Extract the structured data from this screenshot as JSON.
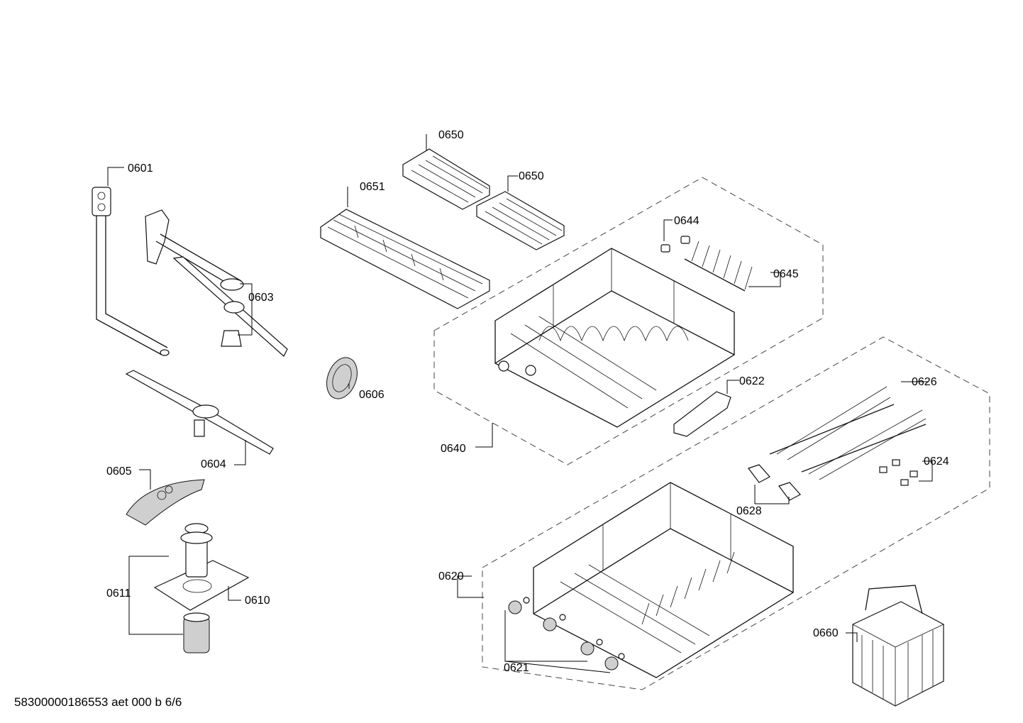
{
  "footer": {
    "document_code": "58300000186553 aet 000 b 6/6"
  },
  "parts": {
    "p0601": "0601",
    "p0603": "0603",
    "p0604": "0604",
    "p0605": "0605",
    "p0606": "0606",
    "p0610": "0610",
    "p0611": "0611",
    "p0620": "0620",
    "p0621": "0621",
    "p0622": "0622",
    "p0624": "0624",
    "p0626": "0626",
    "p0628": "0628",
    "p0640": "0640",
    "p0644": "0644",
    "p0645": "0645",
    "p0650a": "0650",
    "p0650b": "0650",
    "p0651": "0651",
    "p0660": "0660"
  }
}
